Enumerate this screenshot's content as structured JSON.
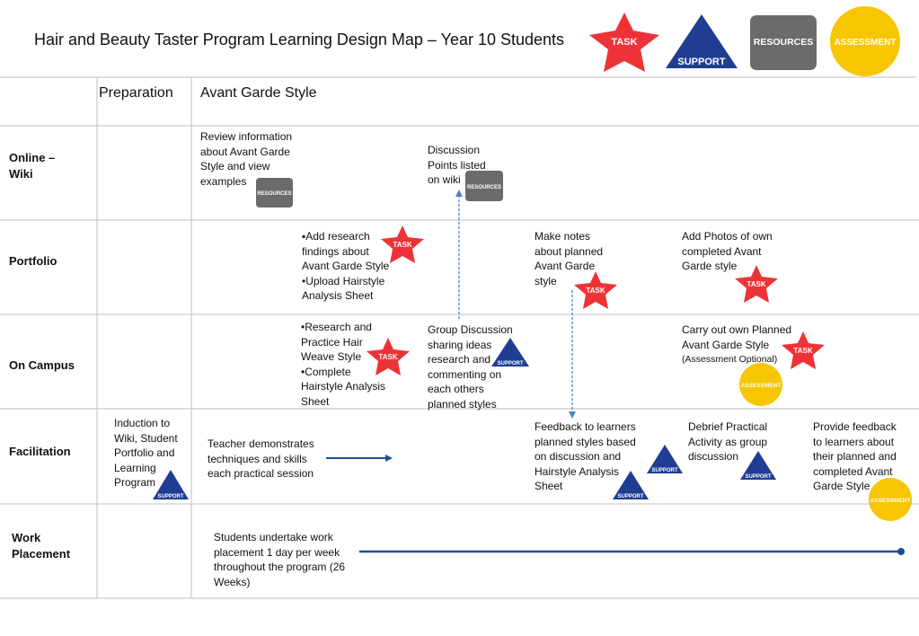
{
  "title": "Hair and Beauty Taster Program Learning Design Map – Year 10 Students",
  "legend": {
    "task": "TASK",
    "support": "SUPPORT",
    "resources": "RESOURCES",
    "assessment": "ASSESSMENT"
  },
  "columns": {
    "preparation": "Preparation",
    "avant_garde": "Avant Garde Style"
  },
  "rows": {
    "online_wiki": "Online – Wiki",
    "portfolio": "Portfolio",
    "on_campus": "On Campus",
    "facilitation": "Facilitation",
    "work_placement": "Work Placement"
  },
  "cells": {
    "wiki_review": "Review information about Avant Garde Style and view examples",
    "wiki_discussion": "Discussion Points listed on wiki",
    "portfolio_research_1": "▪Add research findings about Avant Garde Style",
    "portfolio_research_2": "•Upload Hairstyle Analysis Sheet",
    "portfolio_notes": "Make notes about planned Avant Garde style",
    "portfolio_photos": "Add Photos of own completed Avant Garde style",
    "campus_research_1": "•Research and Practice Hair Weave Style",
    "campus_research_2": "•Complete Hairstyle Analysis Sheet",
    "campus_group": "Group Discussion sharing ideas research and commenting on each others planned styles",
    "campus_carry_out": "Carry out own Planned Avant Garde  Style",
    "campus_carry_out_note": "(Assessment Optional)",
    "fac_induction": "Induction to Wiki, Student Portfolio and Learning Program",
    "fac_teacher": "Teacher  demonstrates techniques and skills each practical session",
    "fac_feedback": "Feedback to learners planned styles based on discussion and Hairstyle Analysis Sheet",
    "fac_debrief": "Debrief Practical Activity as group discussion",
    "fac_provide": "Provide feedback to learners about their planned and completed Avant Garde Style",
    "wp_students": "Students undertake work placement 1 day per week throughout the program (26 Weeks)"
  },
  "colors": {
    "task": "#ee3338",
    "support": "#1f3e93",
    "resources": "#6b6b6b",
    "assessment": "#f7c600",
    "arrow_dashed": "#4a86c8",
    "arrow_solid": "#1f4e8c"
  }
}
